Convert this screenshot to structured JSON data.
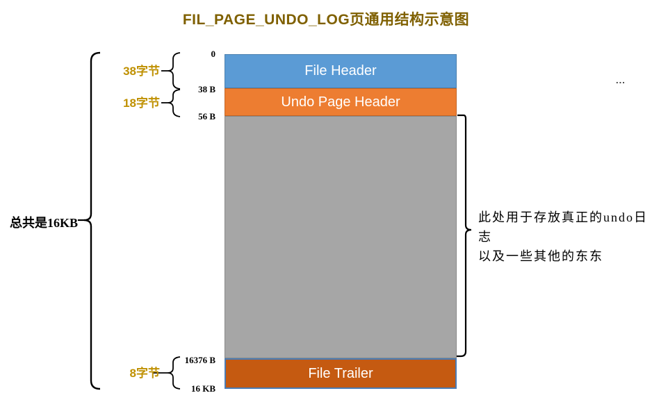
{
  "title": "FIL_PAGE_UNDO_LOG页通用结构示意图",
  "colors": {
    "title_text": "#7F6000",
    "size_label_text": "#BF9000",
    "file_header_fill": "#5B9BD5",
    "undo_page_header_fill": "#ED7D31",
    "undo_log_body_fill": "#A6A6A6",
    "file_trailer_fill": "#C55A11",
    "file_trailer_border": "#4A7CB5",
    "brace_stroke": "#000000"
  },
  "left": {
    "total_label": "总共是16KB",
    "size_labels": [
      {
        "for": "file-header",
        "text": "38字节"
      },
      {
        "for": "undo-page-header",
        "text": "18字节"
      },
      {
        "for": "file-trailer",
        "text": "8字节"
      }
    ]
  },
  "offsets": [
    "0",
    "38 B",
    "56 B",
    "16376 B",
    "16 KB"
  ],
  "blocks": [
    {
      "name": "file-header",
      "label": "File Header",
      "fill": "#5B9BD5"
    },
    {
      "name": "undo-page-header",
      "label": "Undo Page Header",
      "fill": "#ED7D31"
    },
    {
      "name": "undo-log-body",
      "label": "",
      "fill": "#A6A6A6"
    },
    {
      "name": "file-trailer",
      "label": "File Trailer",
      "fill": "#C55A11"
    }
  ],
  "annotation": {
    "line1": "此处用于存放真正的undo日志",
    "line2": "以及一些其他的东东"
  },
  "ellipsis": "..."
}
